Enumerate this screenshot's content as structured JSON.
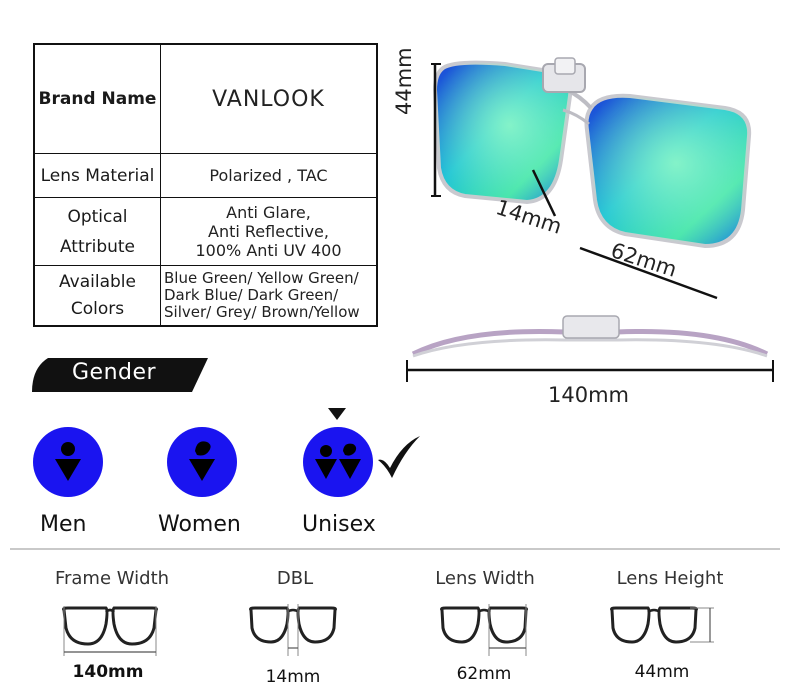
{
  "specs": {
    "brand_key": "Brand Name",
    "brand_val": "VANLOOK",
    "material_key": "Lens Material",
    "material_val": "Polarized , TAC",
    "optical_key_1": "Optical",
    "optical_key_2": "Attribute",
    "optical_val_1": "Anti Glare,",
    "optical_val_2": "Anti Reflective,",
    "optical_val_3": "100% Anti UV 400",
    "colors_key_1": "Available",
    "colors_key_2": "Colors",
    "colors_val_1": "Blue Green/ Yellow Green/",
    "colors_val_2": "Dark Blue/ Dark Green/",
    "colors_val_3": "Silver/ Grey/ Brown/Yellow"
  },
  "dimensions": {
    "height": "44mm",
    "bridge": "14mm",
    "lens_width": "62mm",
    "total_width": "140mm"
  },
  "gender": {
    "title": "Gender",
    "options": [
      "Men",
      "Women",
      "Unisex"
    ]
  },
  "measurements": [
    {
      "title": "Frame Width",
      "value": "140mm"
    },
    {
      "title": "DBL",
      "value": "14mm"
    },
    {
      "title": "Lens Width",
      "value": "62mm"
    },
    {
      "title": "Lens Height",
      "value": "44mm"
    }
  ],
  "colors": {
    "gender_circle": "#1a14f0",
    "lens_blue": "#1e6be0",
    "lens_green": "#2fe0b0"
  }
}
